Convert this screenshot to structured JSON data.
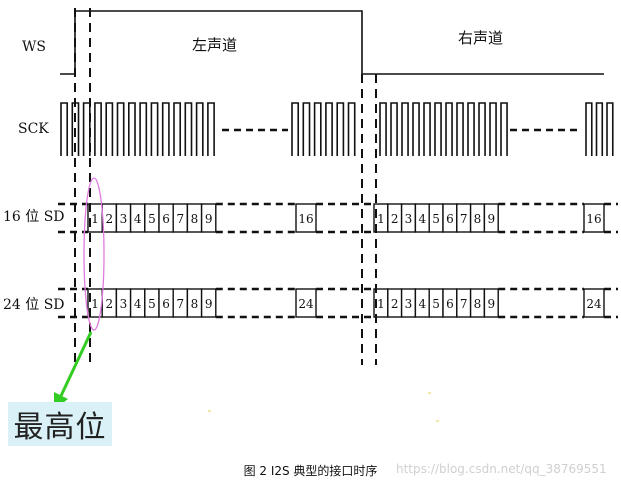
{
  "signals": {
    "ws": "WS",
    "sck": "SCK",
    "sd16": "16 位 SD",
    "sd24": "24 位 SD"
  },
  "channels": {
    "left": "左声道",
    "right": "右声道"
  },
  "bits": [
    "1",
    "2",
    "3",
    "4",
    "5",
    "6",
    "7",
    "8",
    "9"
  ],
  "last_bits": {
    "sd16": "16",
    "sd24": "24"
  },
  "msb_label": "最高位",
  "caption": "图 2 I2S 典型的接口时序",
  "watermark": "https://blog.csdn.net/qq_38769551",
  "colors": {
    "line": "#111111",
    "highlight_ellipse": "#e07be0",
    "arrow": "#33cc22",
    "label_box": "#d9f1f7"
  }
}
